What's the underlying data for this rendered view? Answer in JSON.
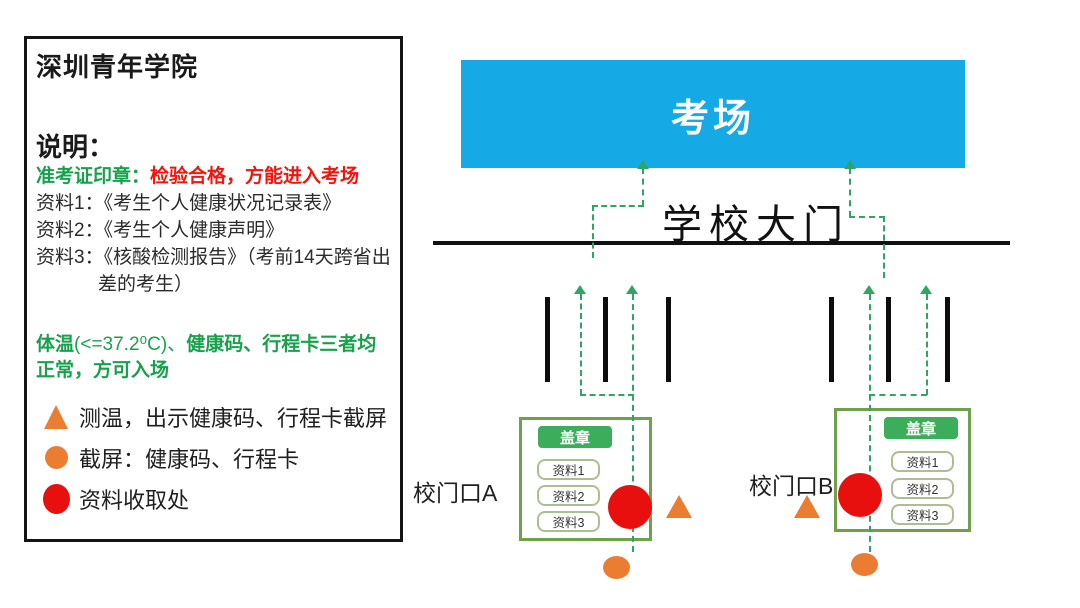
{
  "info_panel": {
    "title": "深圳青年学院",
    "section_heading": "说明：",
    "stamp_note": {
      "label": "准考证印章：",
      "text": "检验合格，方能进入考场"
    },
    "materials": [
      {
        "label": "资料1：",
        "text": "《考生个人健康状况记录表》"
      },
      {
        "label": "资料2：",
        "text": "《考生个人健康声明》"
      },
      {
        "label": "资料3：",
        "text": "《核酸检测报告》（考前14天跨省出差的考生）"
      }
    ],
    "temp_note": {
      "prefix": "体温",
      "condition": "(<=37.2⁰C)、",
      "suffix": "健康码、行程卡三者均正常，方可入场"
    },
    "legend": [
      {
        "symbol": "orange-triangle",
        "label": "测温，出示健康码、行程卡截屏"
      },
      {
        "symbol": "orange-circle",
        "label": "截屏：健康码、行程卡"
      },
      {
        "symbol": "red-circle",
        "label": "资料收取处"
      }
    ]
  },
  "diagram": {
    "exam_room_label": "考场",
    "gate_label": "学校大门",
    "stamp_label": "盖章",
    "materials": [
      "资料1",
      "资料2",
      "资料3"
    ],
    "gate_a_label": "校门口A",
    "gate_b_label": "校门口B"
  },
  "colors": {
    "exam_room_blue": "#15A9E5",
    "path_green": "#2FA465",
    "stamp_chip_green": "#3CAD5A",
    "box_border_olive": "#6FA04C",
    "accent_orange": "#EB7D33",
    "accent_red": "#E8100F",
    "note_green": "#17A14D",
    "note_red": "#F2150C"
  }
}
